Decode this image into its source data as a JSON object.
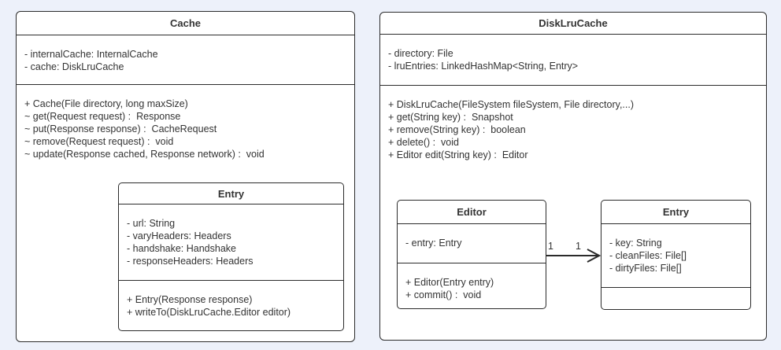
{
  "colors": {
    "background": "#edf1fa",
    "box_background": "#ffffff",
    "border": "#2b2b2b",
    "text": "#333333"
  },
  "diagram": {
    "classes": {
      "cache": {
        "title": "Cache",
        "attributes": [
          "- internalCache: InternalCache",
          "- cache: DiskLruCache"
        ],
        "methods": [
          "+ Cache(File directory, long maxSize)",
          "~ get(Request request) :  Response",
          "~ put(Response response) :  CacheRequest",
          "~ remove(Request request) :  void",
          "~ update(Response cached, Response network) :  void"
        ]
      },
      "cache_entry": {
        "title": "Entry",
        "attributes": [
          "- url: String",
          "- varyHeaders: Headers",
          "- handshake: Handshake",
          "- responseHeaders: Headers"
        ],
        "methods": [
          "+ Entry(Response response)",
          "+ writeTo(DiskLruCache.Editor editor)"
        ]
      },
      "disklrucache": {
        "title": "DiskLruCache",
        "attributes": [
          "- directory: File",
          "- lruEntries: LinkedHashMap<String, Entry>"
        ],
        "methods": [
          "+ DiskLruCache(FileSystem fileSystem, File directory,...)",
          "+ get(String key) :  Snapshot",
          "+ remove(String key) :  boolean",
          "+ delete() :  void",
          "+ Editor edit(String key) :  Editor"
        ]
      },
      "editor": {
        "title": "Editor",
        "attributes": [
          "- entry: Entry"
        ],
        "methods": [
          "+ Editor(Entry entry)",
          "+ commit() :  void"
        ]
      },
      "disk_entry": {
        "title": "Entry",
        "attributes": [
          "- key: String",
          "- cleanFiles: File[]",
          "- dirtyFiles: File[]"
        ],
        "methods": []
      }
    },
    "association": {
      "from": "Editor",
      "to": "Entry",
      "source_multiplicity": "1",
      "target_multiplicity": "1"
    }
  }
}
